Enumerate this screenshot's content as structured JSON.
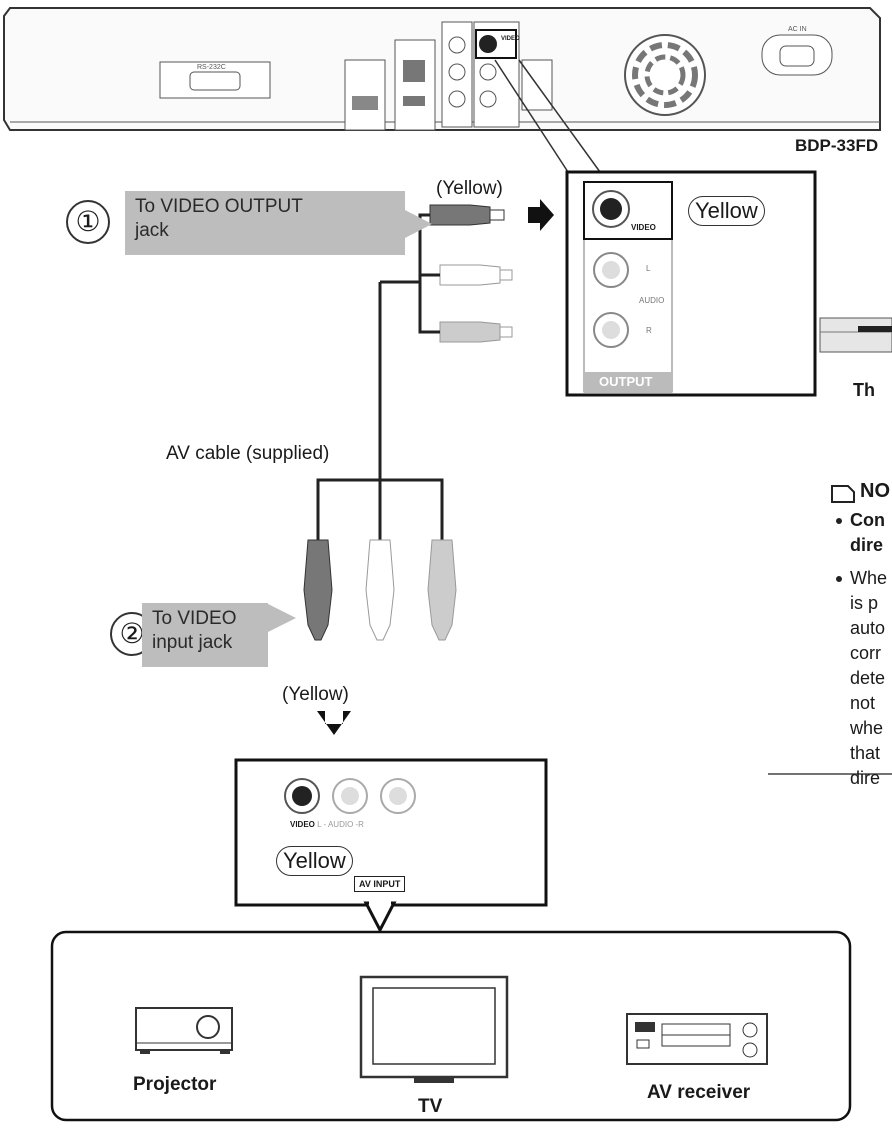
{
  "model": "BDP-33FD",
  "player_panel": {
    "rs232c": "RS-232C",
    "ac_in": "AC IN",
    "video_label": "VIDEO"
  },
  "step1": {
    "number": "①",
    "line1": "To VIDEO OUTPUT",
    "line2": "jack"
  },
  "step2": {
    "number": "②",
    "line1": "To VIDEO",
    "line2": "input jack"
  },
  "yellow_top": "(Yellow)",
  "yellow_bottom": "(Yellow)",
  "cable_label": "AV cable (supplied)",
  "output_box": {
    "video": "VIDEO",
    "audio_l": "L",
    "audio": "AUDIO",
    "audio_r": "R",
    "footer": "OUTPUT",
    "oval": "Yellow"
  },
  "input_box": {
    "jack_caption_video": "VIDEO",
    "jack_caption_audio": " L - AUDIO -R",
    "oval": "Yellow",
    "tag": "AV INPUT"
  },
  "devices": [
    "Projector",
    "TV",
    "AV receiver"
  ],
  "side_text": {
    "cut_label": "Th",
    "note_heading": "NO",
    "bullet1_line1": "Con",
    "bullet1_line2": "dire",
    "bullet2_lines": [
      "Whe",
      "is p",
      "auto",
      "corr",
      "dete",
      "not",
      "whe",
      "that",
      "dire"
    ]
  }
}
